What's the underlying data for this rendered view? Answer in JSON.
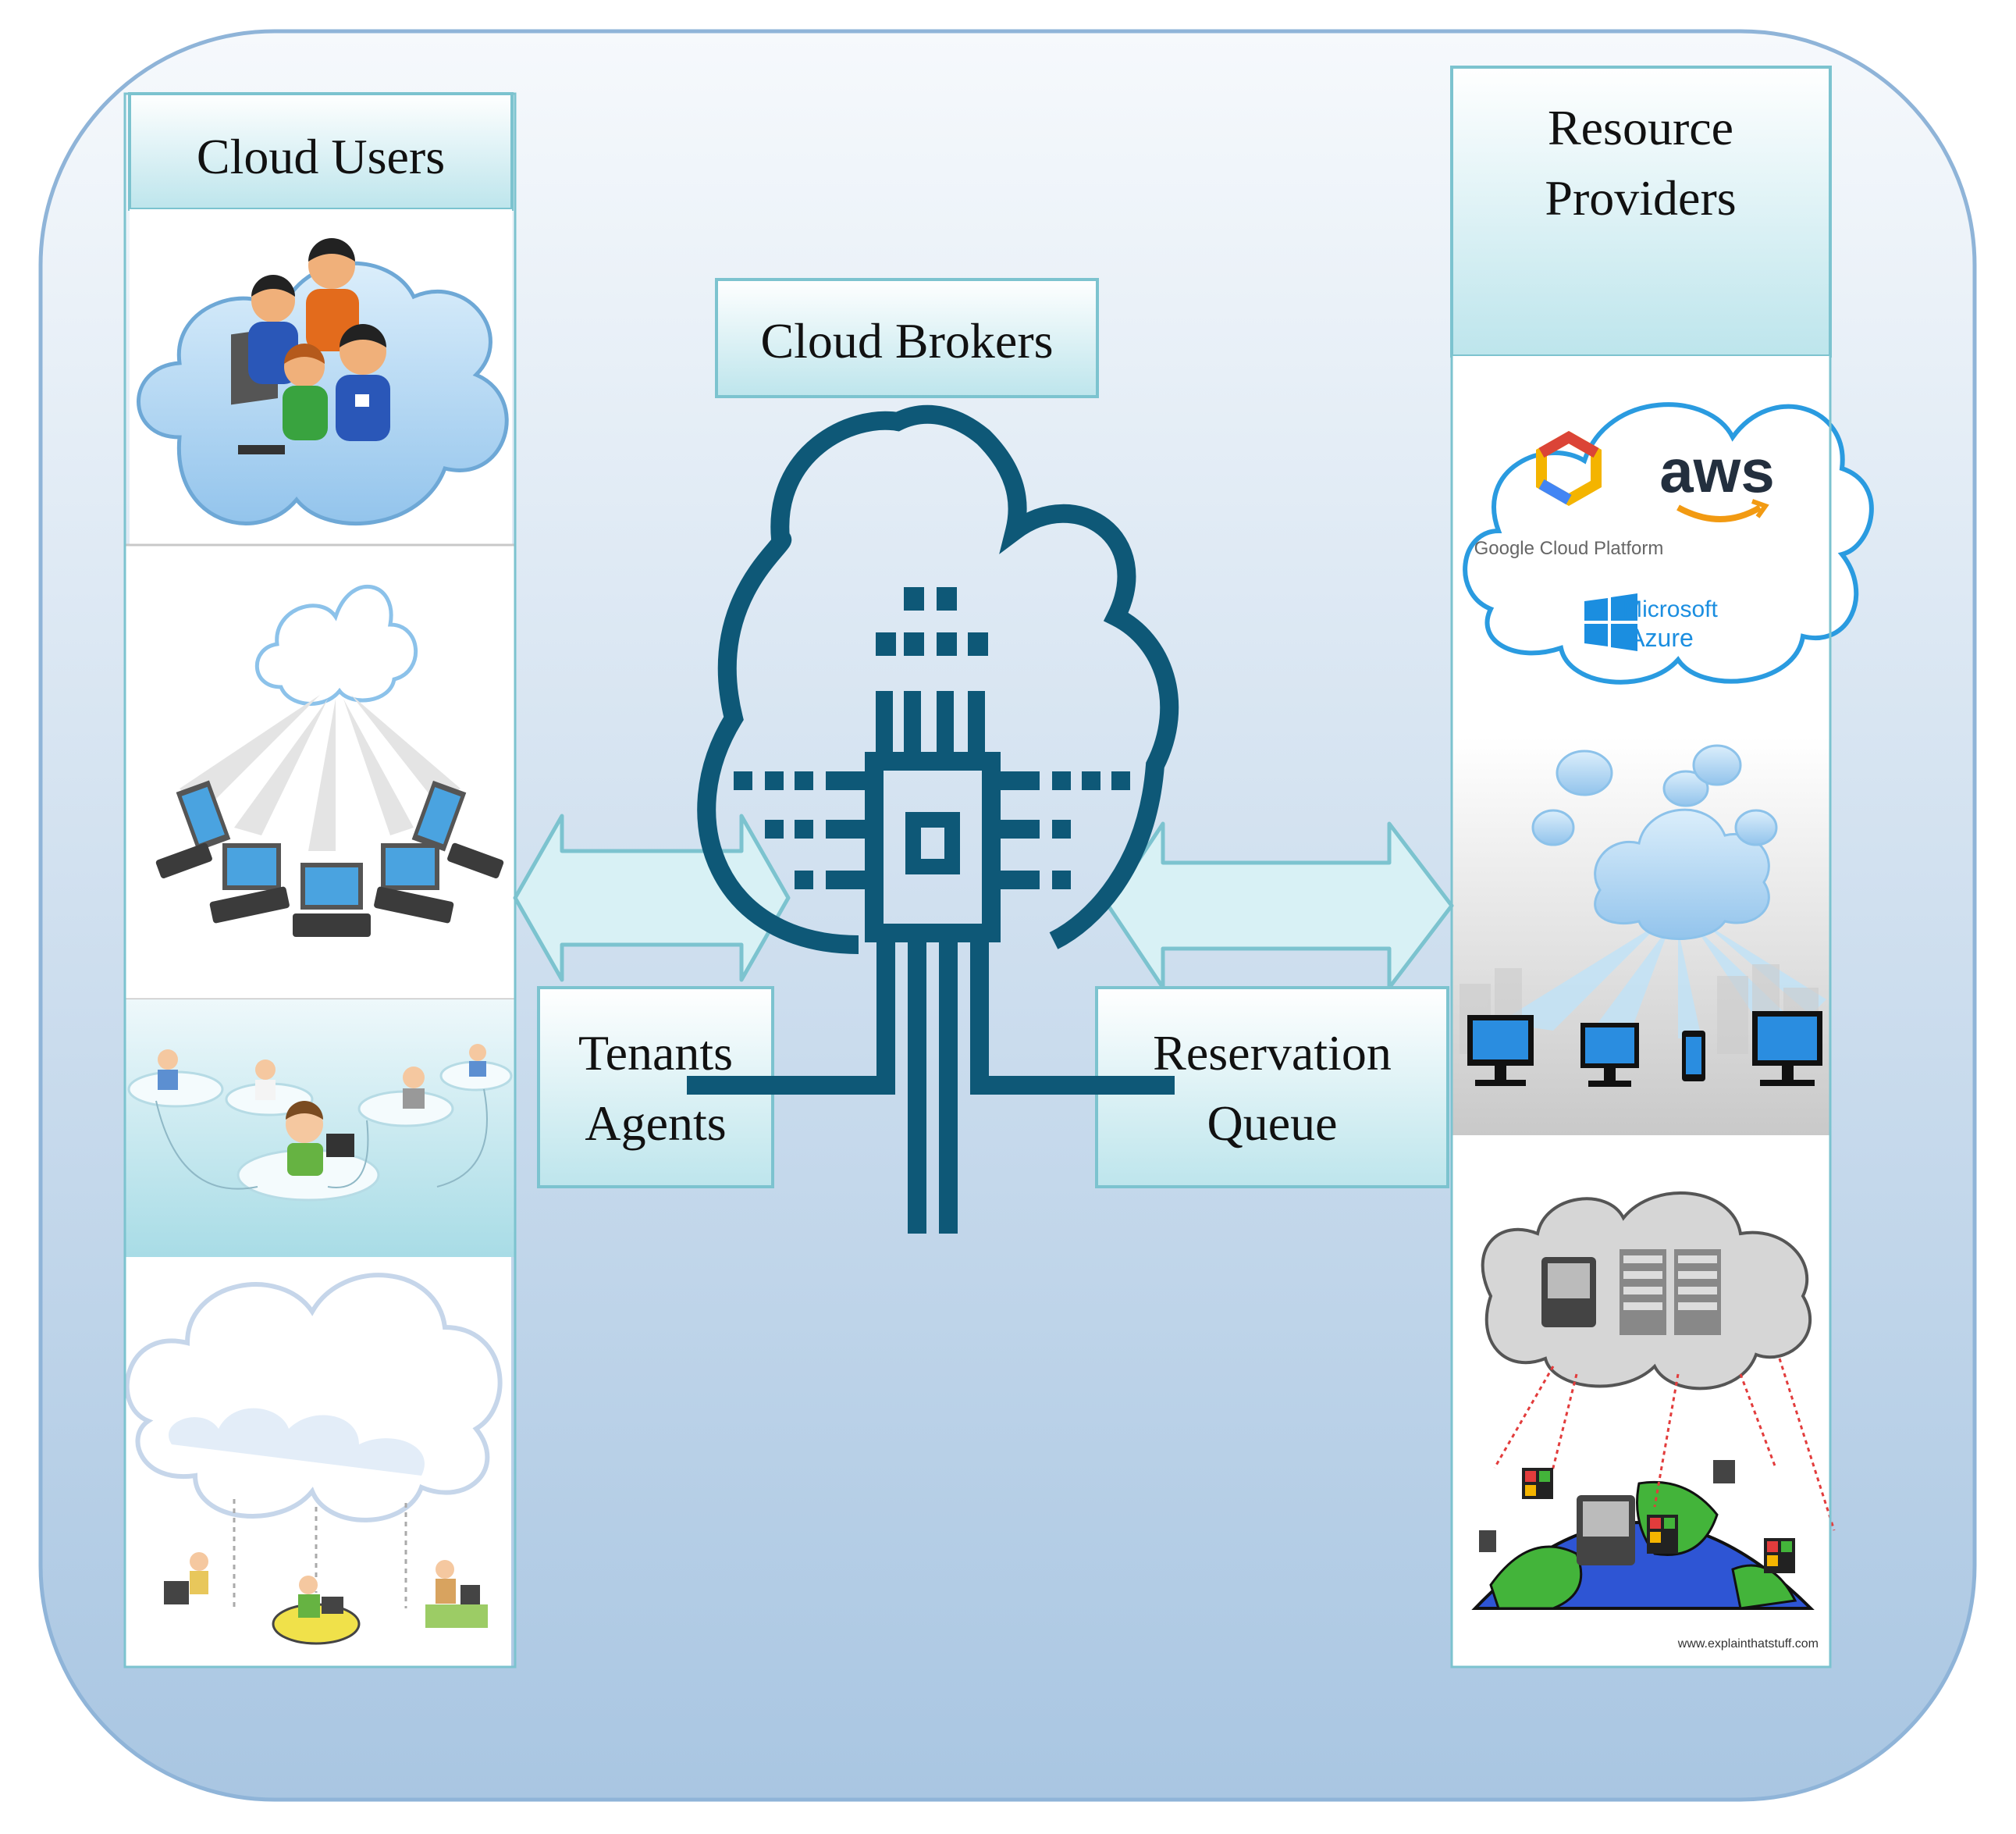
{
  "labels": {
    "cloud_users": "Cloud Users",
    "cloud_brokers": "Cloud Brokers",
    "resource_providers_line1": "Resource",
    "resource_providers_line2": "Providers",
    "tenants_line1": "Tenants",
    "tenants_line2": "Agents",
    "reservation_line1": "Reservation",
    "reservation_line2": "Queue"
  },
  "logos": {
    "google": "Google Cloud Platform",
    "aws": "aws",
    "azure_line1": "Microsoft",
    "azure_line2": "Azure",
    "watermark": "www.explainthatstuff.com"
  },
  "colors": {
    "panel_top": "#f4f8fb",
    "panel_bottom": "#a9c6e2",
    "panel_border": "#8fb4d8",
    "broker_icon": "#0e5877",
    "label_top": "#ffffff",
    "label_bottom": "#bfe6ec",
    "label_border": "#7cc3cf",
    "arrow_fill": "#d8f1f5",
    "arrow_stroke": "#7cc3cf"
  }
}
